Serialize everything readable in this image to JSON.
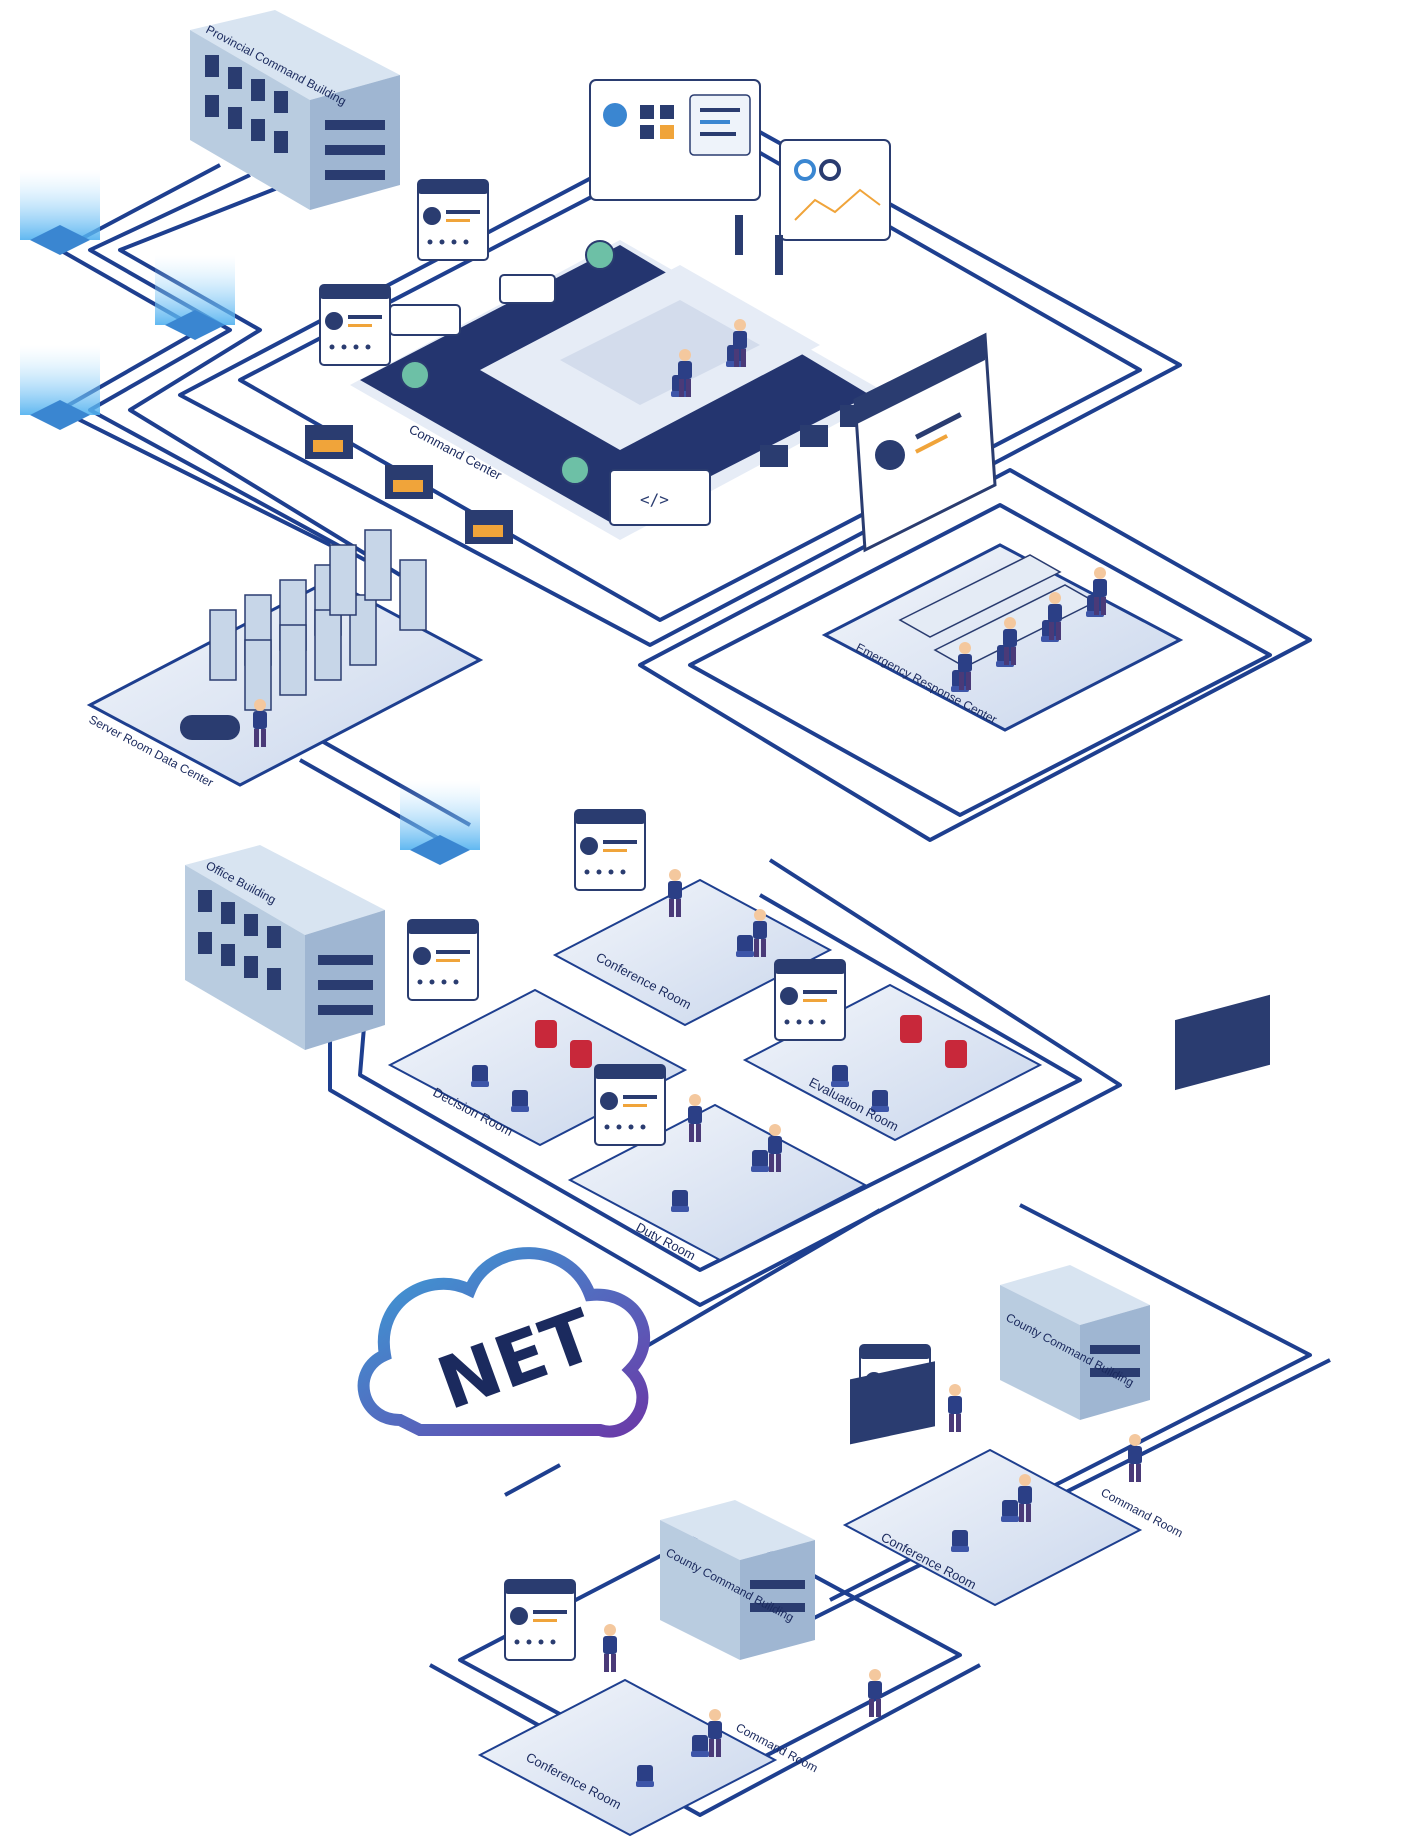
{
  "colors": {
    "line": "#1e3f8f",
    "floor": "#dde6f4",
    "floor_dark": "#24356f",
    "building": "#b9cce0",
    "building_window": "#2a3c70",
    "person_blue": "#2b3f86",
    "accent_orange": "#f0a43a",
    "accent_red": "#c8283a"
  },
  "labels": {
    "provincial": "Provincial Command Building",
    "command_center": "Command Center",
    "server_room": "Server Room Data Center",
    "emergency": "Emergency Response Center",
    "office": "Office Building",
    "conference_1": "Conference Room",
    "decision": "Decision Room",
    "evaluation": "Evaluation Room",
    "duty": "Duty Room",
    "net": "NET",
    "county_building_1": "County Command Building",
    "command_room_1": "Command Room",
    "conference_2": "Conference Room",
    "county_building_2": "County Command Building",
    "command_room_2": "Command Room",
    "conference_3": "Conference Room"
  }
}
